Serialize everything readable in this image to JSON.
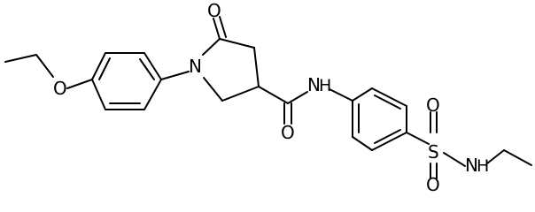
{
  "structure": {
    "atoms": {
      "oxygen_ether": "O",
      "nitrogen_ring": "N",
      "oxygen_carbonyl_ring": "O",
      "amide_nh": "N",
      "amide_h": "H",
      "oxygen_carbonyl_amide": "O",
      "sulfur": "S",
      "oxygen_sulfonyl_top": "O",
      "oxygen_sulfonyl_bottom": "O",
      "sulfonamide_n": "N",
      "sulfonamide_h": "H"
    }
  }
}
